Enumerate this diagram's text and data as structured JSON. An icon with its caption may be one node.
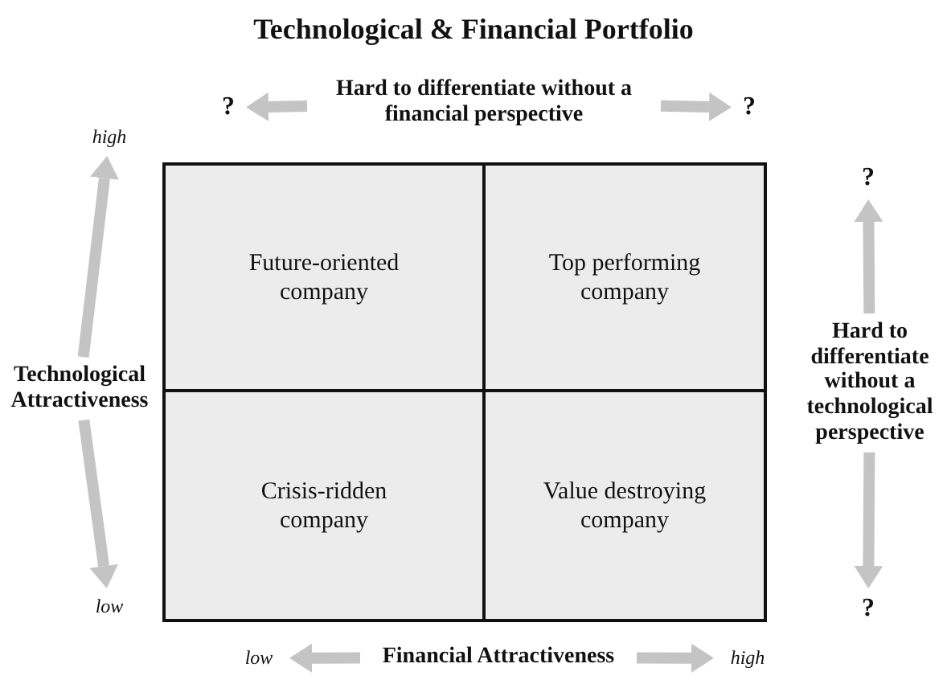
{
  "diagram": {
    "title": "Technological & Financial Portfolio",
    "nodes": [
      {
        "text": [
          "Future-oriented company"
        ]
      },
      {
        "text": [
          "Top performing company"
        ]
      },
      {
        "text": [
          "Crisis-ridden company"
        ]
      },
      {
        "text": [
          "Value destroying company"
        ]
      },
      {
        "text": [
          "Hard to differentiate without a financial perspective"
        ]
      },
      {
        "text": [
          "?"
        ]
      },
      {
        "text": [
          "?"
        ]
      },
      {
        "text": [
          "Technological Attractiveness"
        ]
      },
      {
        "text": [
          "high"
        ]
      },
      {
        "text": [
          "low"
        ]
      },
      {
        "text": [
          "Hard to differentiate without a technological perspective"
        ]
      },
      {
        "text": [
          "?"
        ]
      },
      {
        "text": [
          "?"
        ]
      },
      {
        "text": [
          "Financial Attractiveness"
        ]
      },
      {
        "text": [
          "low"
        ]
      },
      {
        "text": [
          "high"
        ]
      }
    ],
    "edges": [
      {
        "from": 4,
        "to": 5,
        "arrow": "to"
      },
      {
        "from": 4,
        "to": 6,
        "arrow": "to"
      },
      {
        "from": 7,
        "to": 8,
        "arrow": "to"
      },
      {
        "from": 7,
        "to": 9,
        "arrow": "to"
      },
      {
        "from": 10,
        "to": 11,
        "arrow": "to"
      },
      {
        "from": 10,
        "to": 12,
        "arrow": "to"
      },
      {
        "from": 13,
        "to": 14,
        "arrow": "to"
      },
      {
        "from": 13,
        "to": 15,
        "arrow": "to"
      }
    ]
  }
}
